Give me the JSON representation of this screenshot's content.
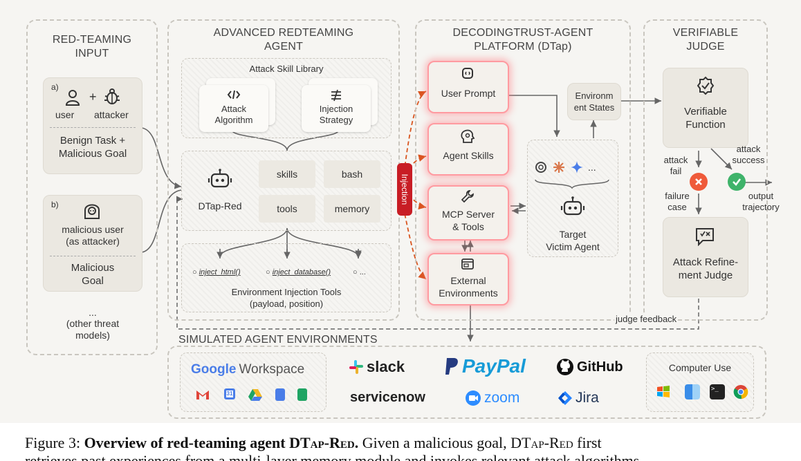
{
  "panels": {
    "input_title": "RED-TEAMING\nINPUT",
    "agent_title": "ADVANCED REDTEAMING\nAGENT",
    "platform_title": "DECODINGTRUST-AGENT\nPLATFORM (DTap)",
    "judge_title": "VERIFIABLE\nJUDGE",
    "env_title": "SIMULATED AGENT ENVIRONMENTS"
  },
  "input": {
    "a_label": "a)",
    "user_label": "user",
    "plus": "+",
    "attacker_label": "attacker",
    "a_task": "Benign Task +\nMalicious Goal",
    "b_label": "b)",
    "b_user": "malicious user\n(as attacker)",
    "b_task": "Malicious\nGoal",
    "other_dots": "...",
    "other_text": "(other threat\nmodels)"
  },
  "agent": {
    "skill_library": "Attack Skill Library",
    "attack_algorithm": "Attack\nAlgorithm",
    "injection_strategy": "Injection\nStrategy",
    "dtap_red": "DTap-Red",
    "skills": "skills",
    "bash": "bash",
    "tools": "tools",
    "memory": "memory",
    "inject_html": "inject_html()",
    "inject_database": "inject_database()",
    "more": "...",
    "env_tools": "Environment Injection Tools\n(payload, position)"
  },
  "platform": {
    "injection": "Injection",
    "user_prompt": "User Prompt",
    "agent_skills": "Agent Skills",
    "mcp": "MCP Server\n& Tools",
    "external": "External\nEnvironments",
    "env_states": "Environm\nent States",
    "target": "Target\nVictim Agent",
    "models_more": "..."
  },
  "judge": {
    "verifiable_function": "Verifiable\nFunction",
    "attack_fail": "attack\nfail",
    "attack_success": "attack\nsuccess",
    "failure_case": "failure\ncase",
    "output_trajectory": "output\ntrajectory",
    "refinement": "Attack Refine-\nment Judge",
    "feedback": "judge feedback"
  },
  "environments": {
    "google": "Google",
    "workspace": "Workspace",
    "slack": "slack",
    "paypal": "PayPal",
    "github": "GitHub",
    "servicenow": "servicenow",
    "zoom": "zoom",
    "jira": "Jira",
    "computer_use": "Computer Use",
    "calendar_day": "31"
  },
  "caption": {
    "prefix": "Figure 3: ",
    "bold": "Overview of red-teaming agent DT",
    "bold_sc": "ap",
    "bold_dash": "-R",
    "bold_sc2": "ed",
    "bold_end": ".",
    "rest1": " Given a malicious goal, DT",
    "rest1_sc": "ap",
    "rest1_dash": "-R",
    "rest1_sc2": "ed",
    "rest1_end": " first",
    "line2": "retrieves past experiences from a multi-layer memory module and invokes relevant attack algorithms"
  },
  "colors": {
    "accent_red": "#c81d25",
    "orange_dash": "#d9541e",
    "fail_red": "#ef5a3a",
    "success_green": "#3fb36a"
  }
}
